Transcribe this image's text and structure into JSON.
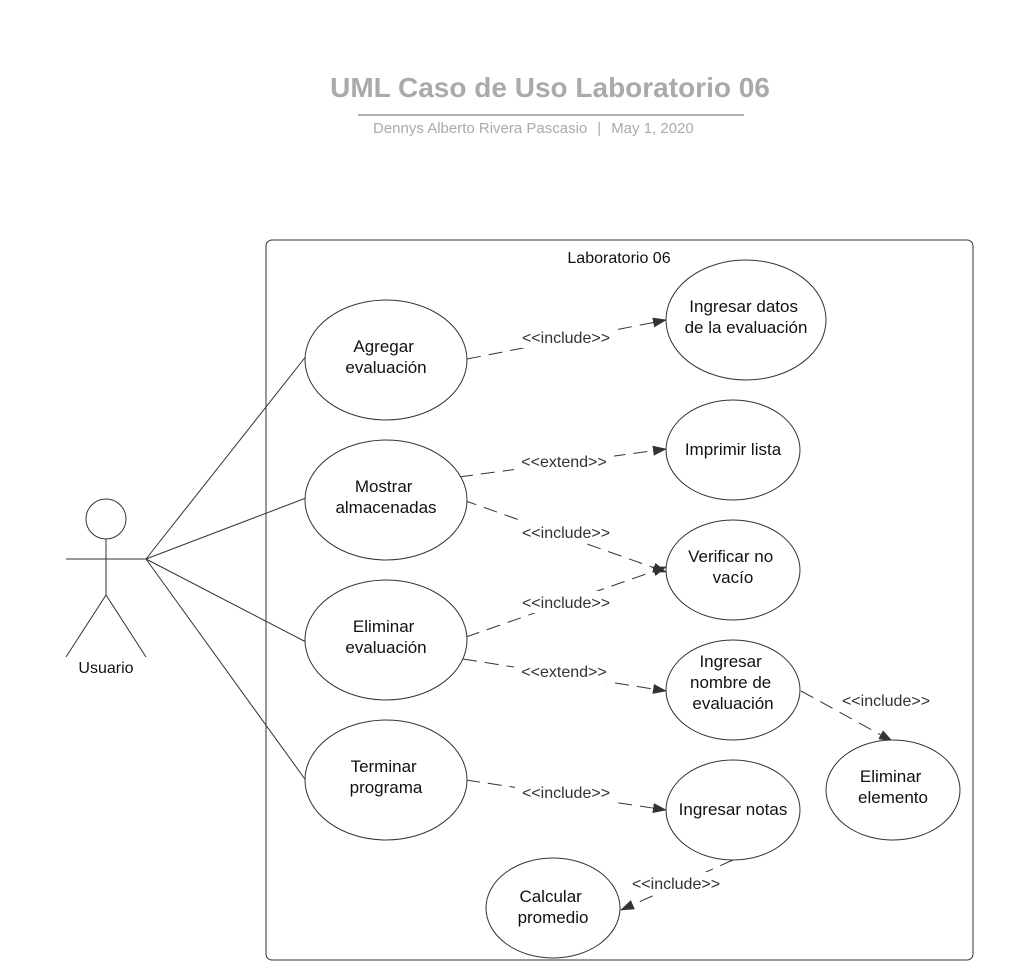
{
  "header": {
    "title": "UML Caso de Uso Laboratorio 06",
    "author": "Dennys Alberto Rivera Pascasio",
    "separator": "|",
    "date": "May 1, 2020"
  },
  "system": {
    "label": "Laboratorio 06"
  },
  "actor": {
    "label": "Usuario"
  },
  "use_cases": {
    "agregar": [
      "Agregar",
      "evaluación"
    ],
    "mostrar": [
      "Mostrar",
      "almacenadas"
    ],
    "eliminar_eval": [
      "Eliminar",
      "evaluación"
    ],
    "terminar": [
      "Terminar",
      "programa"
    ],
    "ingresar_datos": [
      "Ingresar datos",
      "de la evaluación"
    ],
    "imprimir": [
      "Imprimir lista"
    ],
    "verificar": [
      "Verificar no",
      "vacío"
    ],
    "ingresar_nombre": [
      "Ingresar",
      "nombre de",
      "evaluación"
    ],
    "eliminar_elem": [
      "Eliminar",
      "elemento"
    ],
    "ingresar_notas": [
      "Ingresar notas"
    ],
    "calcular": [
      "Calcular",
      "promedio"
    ]
  },
  "relations": {
    "agregar_ingresar_datos": "<<include>>",
    "mostrar_imprimir": "<<extend>>",
    "mostrar_verificar": "<<include>>",
    "eliminar_verificar": "<<include>>",
    "eliminar_nombre": "<<extend>>",
    "nombre_elemento": "<<include>>",
    "terminar_notas": "<<include>>",
    "notas_calcular": "<<include>>"
  },
  "colors": {
    "title": "#aaaaaa",
    "stroke": "#333333",
    "text": "#111111"
  }
}
